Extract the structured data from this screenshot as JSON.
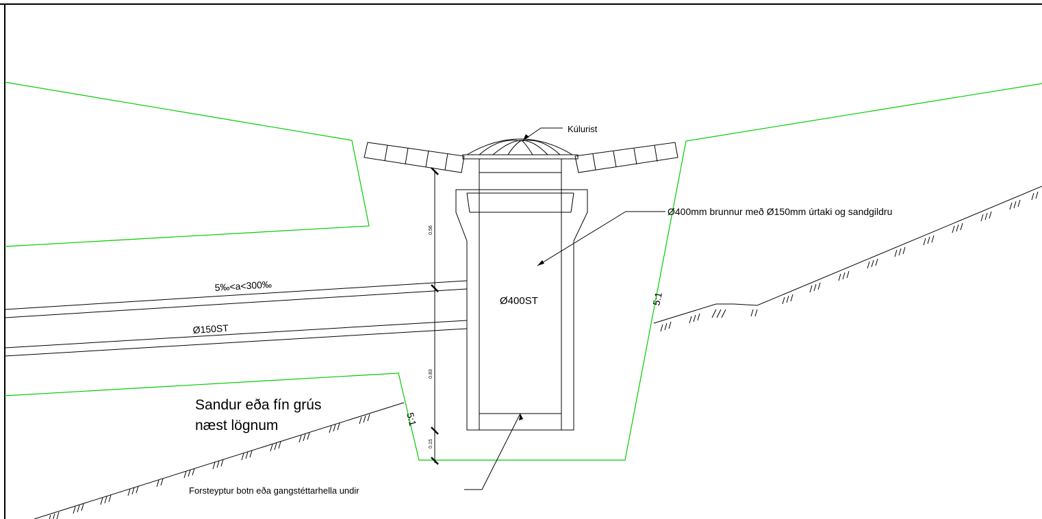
{
  "labels": {
    "kulurist": "Kúlurist",
    "brunnur": "Ø400mm brunnur með Ø150mm úrtaki og sandgildru",
    "pipe_slope": "5‰<a<300‰",
    "pipe_150": "Ø150ST",
    "pipe_400": "Ø400ST",
    "sand_line1": "Sandur eða fín grús",
    "sand_line2": "næst lögnum",
    "slope_right": "5:1",
    "slope_left": "5:1",
    "bottom": "Forsteyptur botn eða gangstéttarhella undir"
  },
  "dimensions": {
    "d1": "0.56",
    "d2": "0.83",
    "d3": "0.15"
  },
  "colors": {
    "line": "#000000",
    "excavation": "#00cc00"
  }
}
